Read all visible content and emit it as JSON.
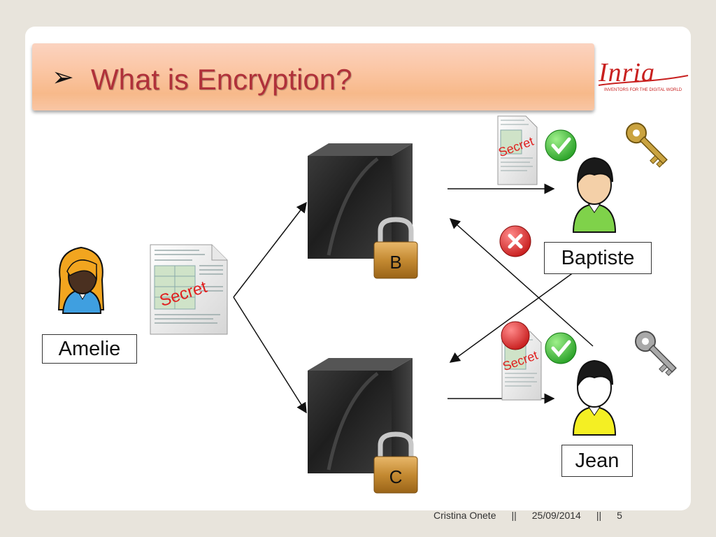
{
  "slide": {
    "title": "What is Encryption?",
    "bullet_icon": "arrowhead-bullet",
    "logo": {
      "word": "Inria",
      "tagline": "INVENTORS FOR THE DIGITAL WORLD"
    }
  },
  "actors": {
    "sender": "Amelie",
    "recipient_b": "Baptiste",
    "recipient_c": "Jean"
  },
  "boxes": {
    "box_b_lock": "B",
    "box_c_lock": "C"
  },
  "documents": {
    "stamp": "Secret"
  },
  "footer": {
    "author": "Cristina Onete",
    "sep1": "||",
    "date": "25/09/2014",
    "sep2": "||",
    "page": "5"
  },
  "colors": {
    "title": "#b0313a",
    "stamp": "#e0201f",
    "check": "#2bb52b",
    "cross": "#d91f1f",
    "baptiste_shirt": "#7fd24a",
    "jean_shirt": "#f4ef23",
    "amelie_hair": "#f2a51f",
    "amelie_shirt": "#3f9fe0"
  }
}
